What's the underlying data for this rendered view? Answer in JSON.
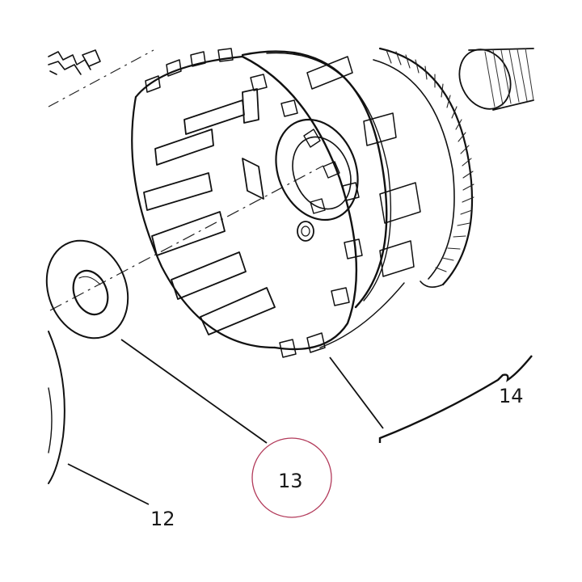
{
  "diagram": {
    "callouts": [
      {
        "id": "12",
        "text": "12"
      },
      {
        "id": "13",
        "text": "13",
        "highlighted": true
      },
      {
        "id": "14",
        "text": "14"
      }
    ],
    "parts": [
      {
        "id": "washer",
        "icon": "washer-ring"
      },
      {
        "id": "clutch-basket",
        "icon": "clutch-basket-with-gear"
      },
      {
        "id": "needle-bearing",
        "icon": "needle-roller-bearing"
      },
      {
        "id": "shaft-end",
        "icon": "shaft"
      }
    ],
    "colors": {
      "line": "#111111",
      "highlight_circle": "#b23a5a",
      "background": "#ffffff"
    }
  }
}
